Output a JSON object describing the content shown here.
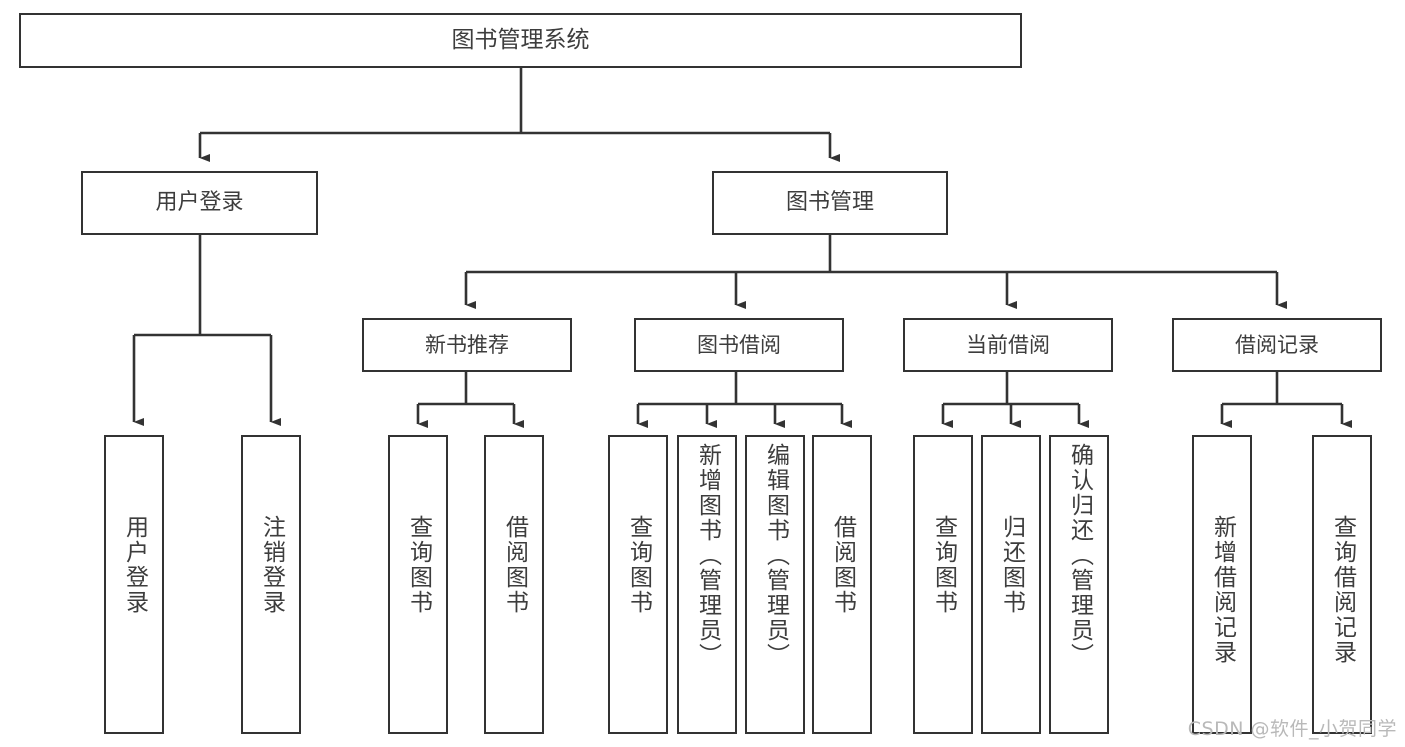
{
  "diagram": {
    "title": "图书管理系统",
    "type": "hierarchy-tree",
    "watermark": "CSDN @软件_小贺同学",
    "colors": {
      "box_border": "#333333",
      "box_fill": "#ffffff",
      "text": "#3d3d3d",
      "connector": "#333333",
      "background": "#ffffff",
      "watermark": "#b9b9b9"
    },
    "nodes": {
      "root": {
        "label": "图书管理系统"
      },
      "level1": [
        {
          "label": "用户登录"
        },
        {
          "label": "图书管理"
        }
      ],
      "level2": [
        {
          "label": "新书推荐"
        },
        {
          "label": "图书借阅"
        },
        {
          "label": "当前借阅"
        },
        {
          "label": "借阅记录"
        }
      ],
      "leaves": [
        {
          "label": "用户登录",
          "parent": "用户登录"
        },
        {
          "label": "注销登录",
          "parent": "用户登录"
        },
        {
          "label": "查询图书",
          "parent": "新书推荐"
        },
        {
          "label": "借阅图书",
          "parent": "新书推荐"
        },
        {
          "label": "查询图书",
          "parent": "图书借阅"
        },
        {
          "label": "新增图书（管理员）",
          "parent": "图书借阅"
        },
        {
          "label": "编辑图书（管理员）",
          "parent": "图书借阅"
        },
        {
          "label": "借阅图书",
          "parent": "图书借阅"
        },
        {
          "label": "查询图书",
          "parent": "当前借阅"
        },
        {
          "label": "归还图书",
          "parent": "当前借阅"
        },
        {
          "label": "确认归还（管理员）",
          "parent": "当前借阅"
        },
        {
          "label": "新增借阅记录",
          "parent": "借阅记录"
        },
        {
          "label": "查询借阅记录",
          "parent": "借阅记录"
        }
      ]
    }
  }
}
